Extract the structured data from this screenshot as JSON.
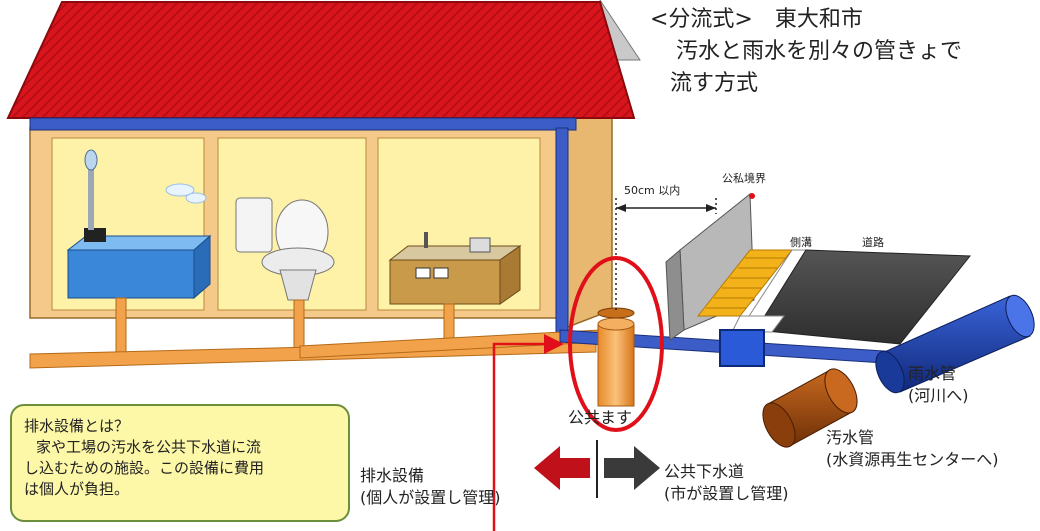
{
  "title": {
    "line1": "<分流式>　東大和市",
    "line2": "汚水と雨水を別々の管きょで",
    "line3": "流す方式"
  },
  "labels": {
    "distance": "50cm 以内",
    "boundary": "公私境界",
    "gutter": "側溝",
    "road": "道路",
    "public_basin": "公共ます",
    "rain_pipe": "雨水管",
    "rain_pipe_note": "(河川へ)",
    "sewage_pipe": "汚水管",
    "sewage_pipe_note": "(水資源再生センターへ)",
    "private_side": "排水設備",
    "private_side_note": "(個人が設置し管理)",
    "public_side": "公共下水道",
    "public_side_note": "(市が設置し管理)"
  },
  "info_box": {
    "heading": "排水設備とは？",
    "line1": "家や工場の汚水を公共下水道に流",
    "line2": "し込むための施設。この設備に費用",
    "line3": "は個人が負担。"
  },
  "colors": {
    "roof": "#d8141c",
    "wall": "#fdf2a8",
    "sewage_pipe": "#f2a24a",
    "rain_pipe": "#1d3fa8",
    "sewage_main": "#9c4a10",
    "highlight": "#e0101a"
  }
}
